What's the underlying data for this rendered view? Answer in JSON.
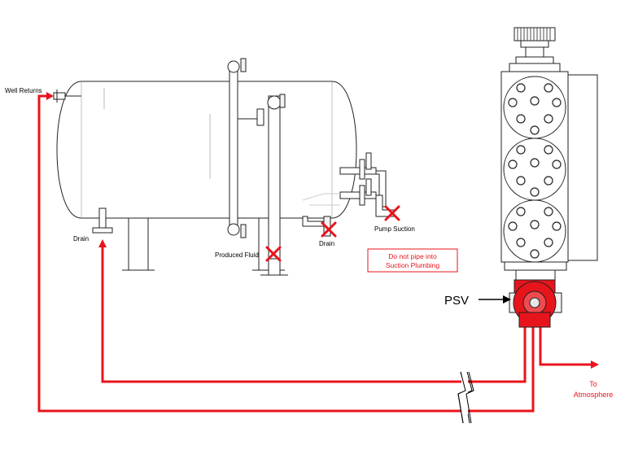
{
  "labels": {
    "well_returns": "Well Returns",
    "drain_left": "Drain",
    "produced_fluid": "Produced Fluid",
    "drain_right": "Drain",
    "pump_suction": "Pump Suction",
    "warning_line1": "Do not pipe into",
    "warning_line2": "Suction Plumbing",
    "psv": "PSV",
    "to_line1": "To",
    "to_line2": "Atmosphere"
  },
  "colors": {
    "pipe_red": "#e8141b",
    "outline": "#222222",
    "psv_fill": "#e8141b"
  }
}
